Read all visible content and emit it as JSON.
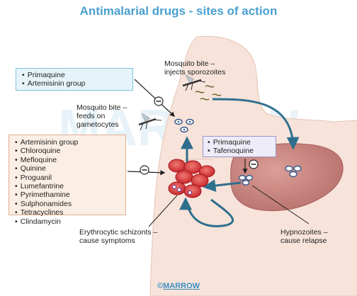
{
  "title": "Antimalarial drugs - sites of action",
  "watermark": "MARROW",
  "footer": {
    "prefix": "©",
    "brand": "MARROW"
  },
  "labels": {
    "mosquito_inject": "Mosquito bite –\ninjects sporozoites",
    "mosquito_feed": "Mosquito bite –\nfeeds on\ngametocytes",
    "erythrocytic": "Erythrocytic schizonts –\ncause symptoms",
    "hypnozoites": "Hypnozoites –\ncause relapse"
  },
  "drug_boxes": {
    "gametocyte": [
      "Primaquine",
      "Artemisinin group"
    ],
    "erythrocytic": [
      "Artemisinin group",
      "Chloroquine",
      "Mefloquine",
      "Quinine",
      "Proguanil",
      "Lumefantrine",
      "Pyrimethamine",
      "Sulphonamides",
      "Tetracyclines",
      "Clindamycin"
    ],
    "liver": [
      "Primaquine",
      "Tafenoquine"
    ]
  },
  "inhibit_symbol": "⊖",
  "colors": {
    "title": "#4a9fd0",
    "skin": "#f6dcd2",
    "liver": "#c9857f",
    "rbc": "#d8383a",
    "arrow": "#2e6f8e",
    "box_blue_fill": "#e6f4fa",
    "box_peach_fill": "#fbeee4",
    "box_lilac_fill": "#eeecf8"
  }
}
